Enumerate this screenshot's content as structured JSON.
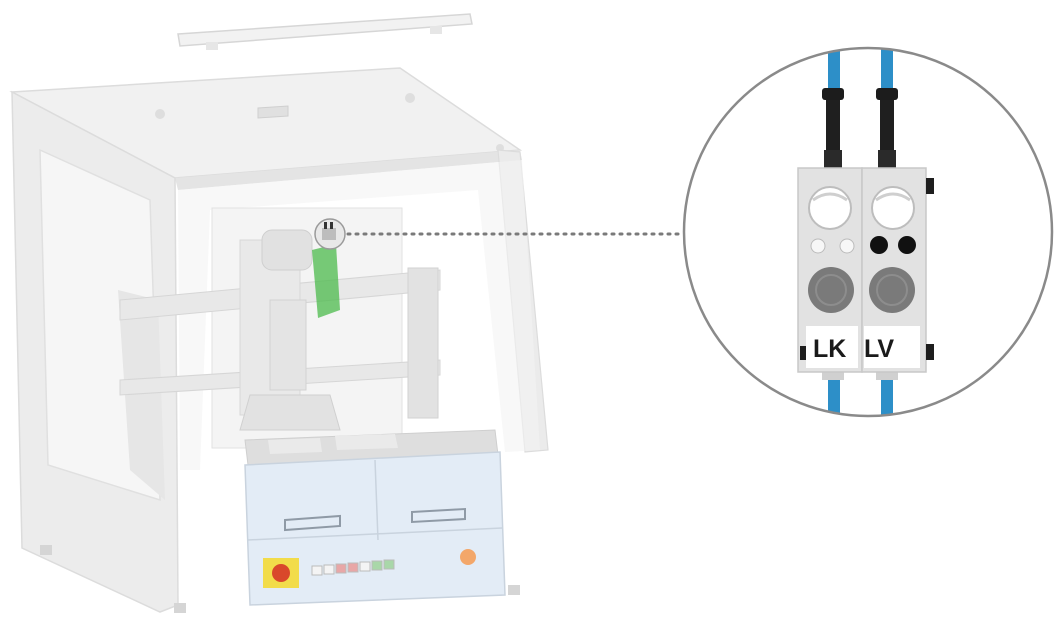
{
  "valve_labels": {
    "left": "LK",
    "right": "LV"
  },
  "colors": {
    "machine_light": "#eeeeee",
    "machine_mid": "#dddddd",
    "drawer_panel": "#e3ecf6",
    "highlight_green": "#4cbb4c",
    "hose_blue": "#2d8fc8",
    "estop_yellow": "#f2dc4a",
    "estop_red": "#d9482b",
    "leader_dots": "#7a7a7a"
  },
  "icons": {
    "detail_zoom": "magnified-valve-block",
    "machine": "dispensing-robot-enclosure"
  }
}
